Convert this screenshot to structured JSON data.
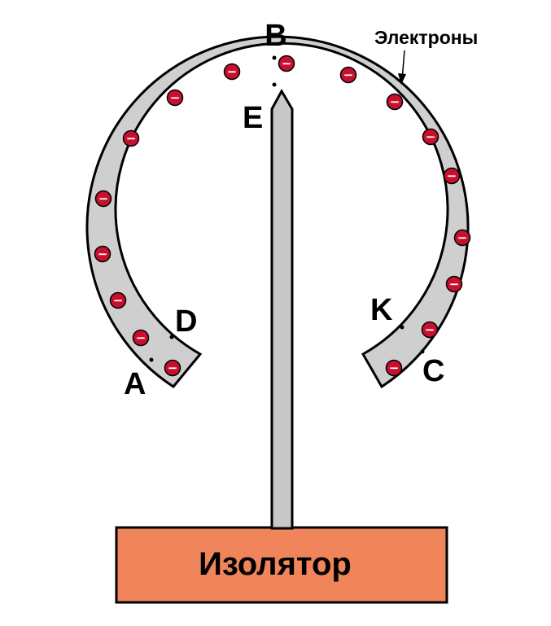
{
  "labels": {
    "A": "A",
    "B": "B",
    "C": "C",
    "D": "D",
    "E": "E",
    "K": "K",
    "electrons": "Электроны",
    "insulator": "Изолятор"
  },
  "electron_sign": "−",
  "colors": {
    "conductor": "#cfcfcf",
    "electron": "#c8102e",
    "insulator": "#f0845a",
    "rod": "#c8c8c8",
    "outline": "#000000"
  }
}
